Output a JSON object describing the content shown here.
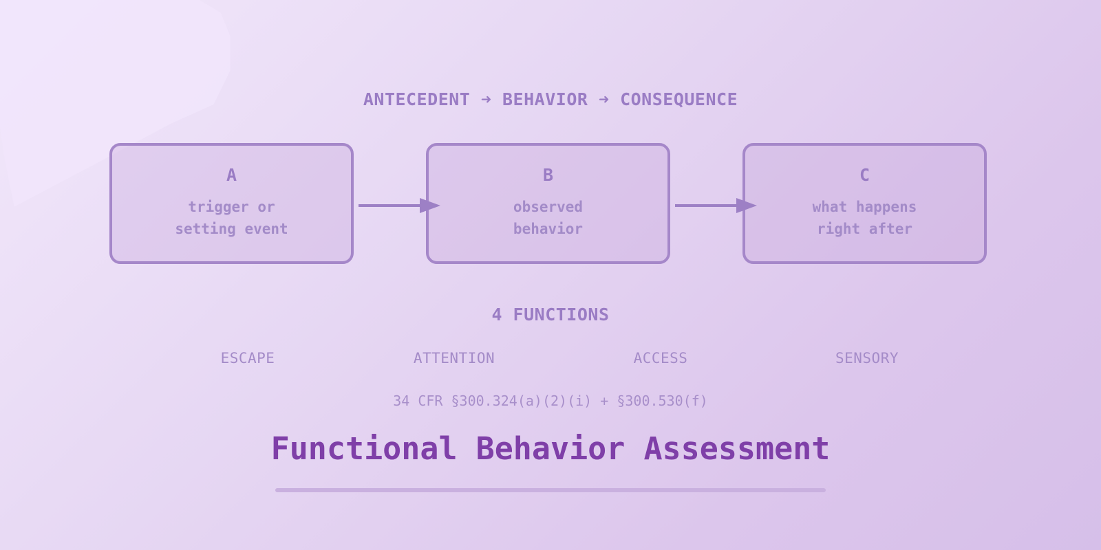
{
  "flow_heading": "ANTECEDENT ➜ BEHAVIOR ➜ CONSEQUENCE",
  "boxes": [
    {
      "letter": "A",
      "description_lines": [
        "trigger or",
        "setting event"
      ]
    },
    {
      "letter": "B",
      "description_lines": [
        "observed",
        "behavior"
      ]
    },
    {
      "letter": "C",
      "description_lines": [
        "what happens",
        "right after"
      ]
    }
  ],
  "functions_heading": "4 FUNCTIONS",
  "functions": [
    "ESCAPE",
    "ATTENTION",
    "ACCESS",
    "SENSORY"
  ],
  "citation": "34 CFR §300.324(a)(2)(i) + §300.530(f)",
  "title": "Functional Behavior Assessment",
  "colors": {
    "accent": "#7f3fa8",
    "box_border": "#a587c9",
    "muted_text": "#9a7cc4"
  }
}
